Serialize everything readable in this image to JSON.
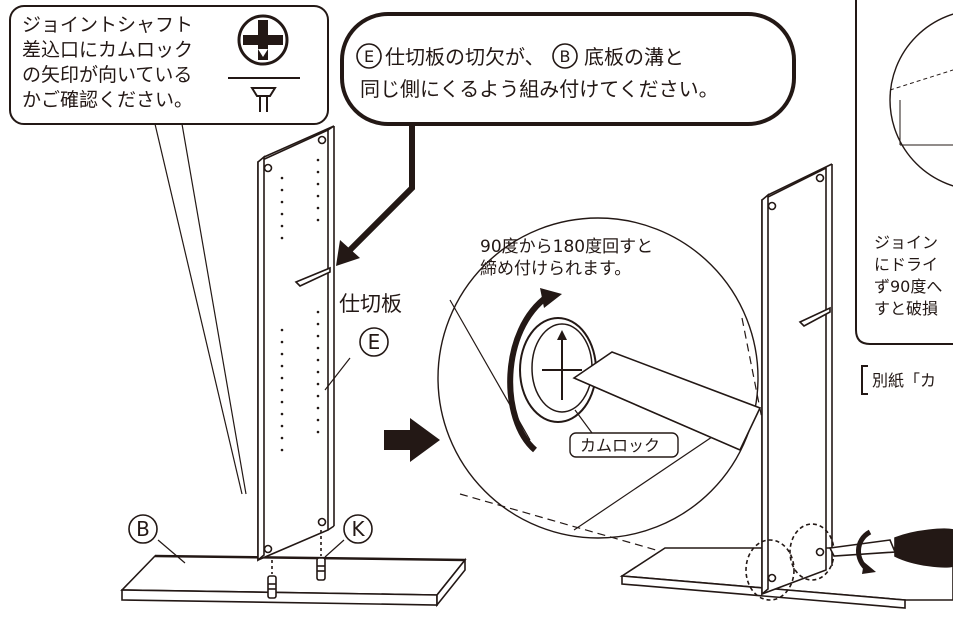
{
  "callout_shaft": {
    "lines": [
      "ジョイントシャフト",
      "差込口にカムロック",
      "の矢印が向いている",
      "かご確認ください。"
    ]
  },
  "callout_partition": {
    "circled_e": "E",
    "circled_b": "B",
    "line1_a": "仕切板の切欠が、",
    "line1_b": "底板の溝と",
    "line2": "同じ側にくるよう組み付けてください。"
  },
  "parts": {
    "partition_label": "仕切板",
    "partition_letter": "E",
    "bottom_letter": "B",
    "joint_letter": "K"
  },
  "zoom": {
    "instruction_line1": "90度から180度回すと",
    "instruction_line2": "締め付けられます。",
    "camlock_label": "カムロック"
  },
  "right_panel": {
    "line1": "ジョイン",
    "line2": "にドライ",
    "line3": "ず90度へ",
    "line4": "すと破損",
    "separate_sheet": "別紙「カ"
  }
}
